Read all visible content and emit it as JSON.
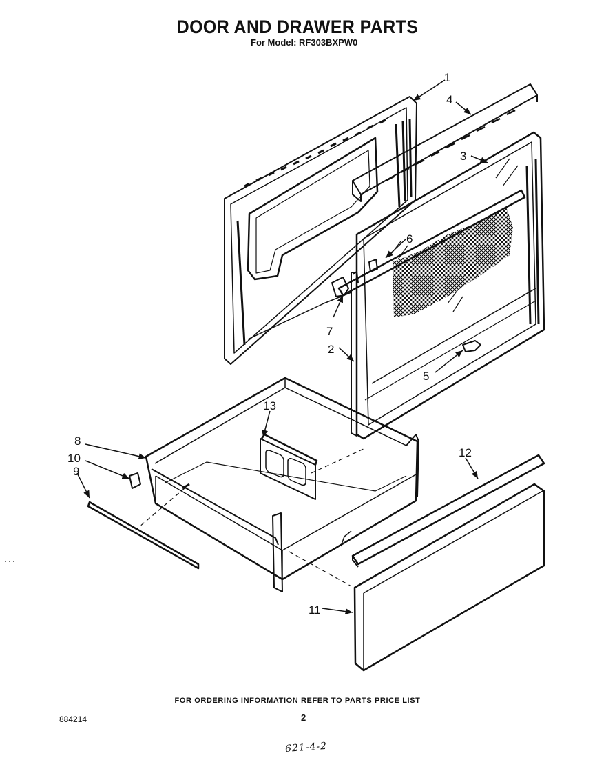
{
  "header": {
    "title": "DOOR AND DRAWER PARTS",
    "model_line": "For Model: RF303BXPW0"
  },
  "callouts": [
    {
      "id": "1",
      "label": "1"
    },
    {
      "id": "2",
      "label": "2"
    },
    {
      "id": "3",
      "label": "3"
    },
    {
      "id": "4",
      "label": "4"
    },
    {
      "id": "5",
      "label": "5"
    },
    {
      "id": "6",
      "label": "6"
    },
    {
      "id": "7",
      "label": "7"
    },
    {
      "id": "8",
      "label": "8"
    },
    {
      "id": "9",
      "label": "9"
    },
    {
      "id": "10",
      "label": "10"
    },
    {
      "id": "11",
      "label": "11"
    },
    {
      "id": "12",
      "label": "12"
    },
    {
      "id": "13",
      "label": "13"
    }
  ],
  "footer": {
    "ordering_note": "FOR ORDERING INFORMATION REFER TO PARTS PRICE LIST",
    "doc_number": "884214",
    "page_number": "2",
    "handwritten_note": "621-4-2"
  }
}
